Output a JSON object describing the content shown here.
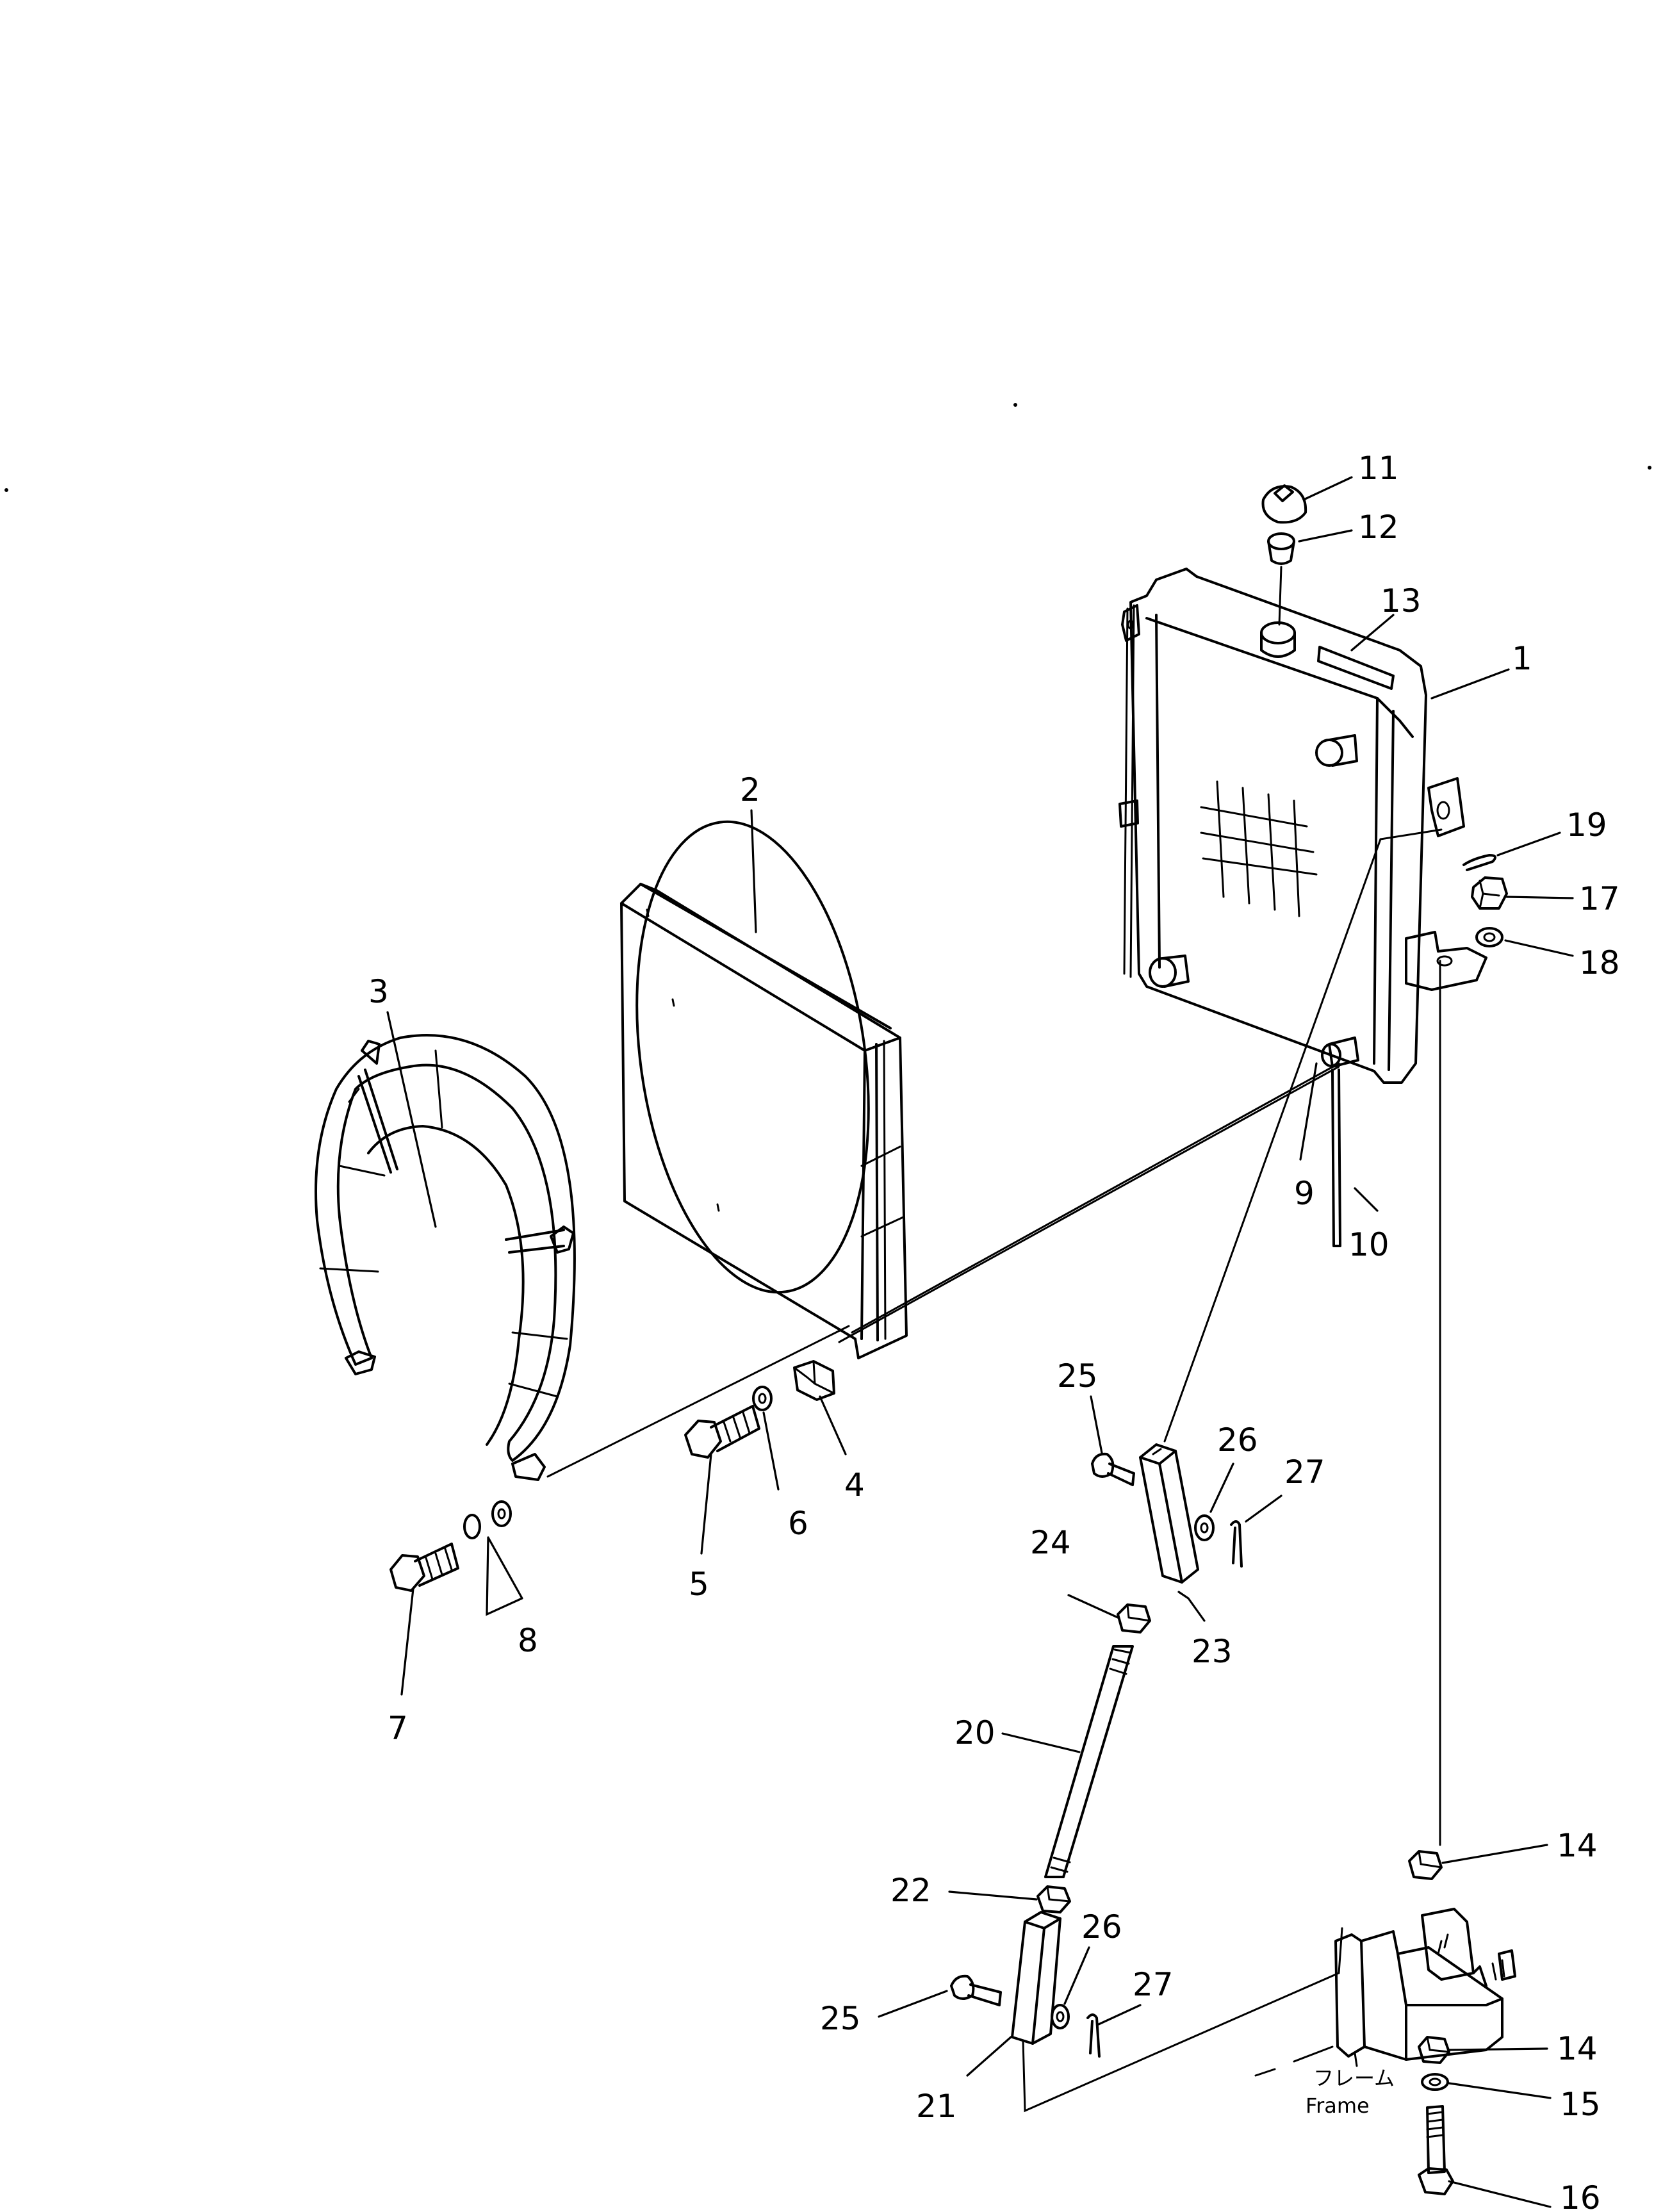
{
  "callouts": {
    "c1": "1",
    "c2": "2",
    "c3": "3",
    "c4": "4",
    "c5": "5",
    "c6": "6",
    "c7": "7",
    "c8": "8",
    "c9": "9",
    "c10": "10",
    "c11": "11",
    "c12": "12",
    "c13": "13",
    "c14a": "14",
    "c14b": "14",
    "c15": "15",
    "c16": "16",
    "c17": "17",
    "c18": "18",
    "c19": "19",
    "c20": "20",
    "c21": "21",
    "c22": "22",
    "c23": "23",
    "c24": "24",
    "c25a": "25",
    "c25b": "25",
    "c26a": "26",
    "c26b": "26",
    "c27a": "27",
    "c27b": "27"
  },
  "frame_label": {
    "jp": "フレーム",
    "en": "Frame"
  }
}
